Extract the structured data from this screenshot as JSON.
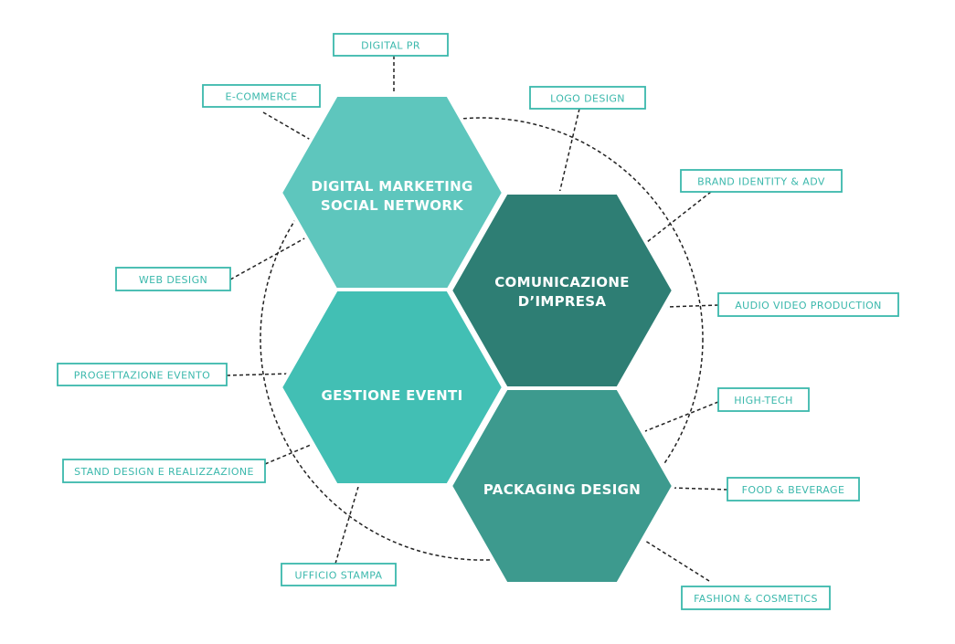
{
  "colors": {
    "accent": "#3bb8ac",
    "line": "#222222",
    "hex_digital_marketing": "#5ec6bd",
    "hex_comunicazione": "#2e7e74",
    "hex_gestione_eventi": "#42bfb4",
    "hex_packaging": "#3d9a8e"
  },
  "hexagons": [
    {
      "id": "digital-marketing",
      "lines": [
        "DIGITAL MARKETING",
        "SOCIAL NETWORK"
      ]
    },
    {
      "id": "comunicazione",
      "lines": [
        "COMUNICAZIONE",
        "D’IMPRESA"
      ]
    },
    {
      "id": "gestione-eventi",
      "lines": [
        "GESTIONE EVENTI"
      ]
    },
    {
      "id": "packaging-design",
      "lines": [
        "PACKAGING DESIGN"
      ]
    }
  ],
  "tags": [
    {
      "id": "digital-pr",
      "label": "DIGITAL PR"
    },
    {
      "id": "e-commerce",
      "label": "E-COMMERCE"
    },
    {
      "id": "logo-design",
      "label": "LOGO DESIGN"
    },
    {
      "id": "brand-identity",
      "label": "BRAND IDENTITY & ADV"
    },
    {
      "id": "web-design",
      "label": "WEB DESIGN"
    },
    {
      "id": "audio-video",
      "label": "AUDIO VIDEO PRODUCTION"
    },
    {
      "id": "progettazione-evento",
      "label": "PROGETTAZIONE EVENTO"
    },
    {
      "id": "high-tech",
      "label": "HIGH-TECH"
    },
    {
      "id": "stand-design",
      "label": "STAND DESIGN E REALIZZAZIONE"
    },
    {
      "id": "food-beverage",
      "label": "FOOD & BEVERAGE"
    },
    {
      "id": "ufficio-stampa",
      "label": "UFFICIO STAMPA"
    },
    {
      "id": "fashion-cosmetics",
      "label": "FASHION & COSMETICS"
    }
  ]
}
